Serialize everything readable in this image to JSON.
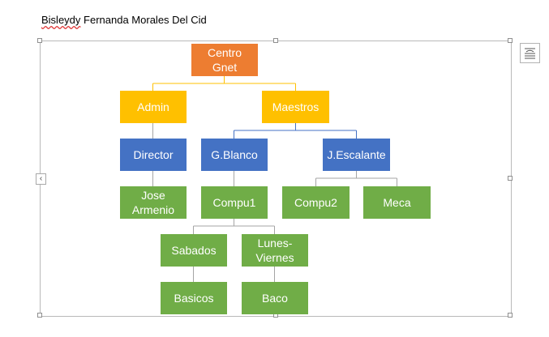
{
  "document": {
    "author_line": "Bisleydy Fernanda Morales Del Cid",
    "author_first_word": "Bisleydy"
  },
  "colors": {
    "level1": "#ed7d31",
    "level2": "#ffc000",
    "level3": "#4472c4",
    "level4": "#70ad47",
    "connector_yellow": "#ffc000",
    "connector_blue": "#4472c4",
    "connector_gray": "#a5a5a5"
  },
  "controls": {
    "text_pane_toggle": "‹",
    "layout_options_icon": "layout-options-icon"
  },
  "org_chart": {
    "root": "Centro\nGnet",
    "admin": "Admin",
    "maestros": "Maestros",
    "director": "Director",
    "gblanco": "G.Blanco",
    "jescalante": "J.Escalante",
    "jose": "Jose\nArmenio",
    "compu1": "Compu1",
    "compu2": "Compu2",
    "meca": "Meca",
    "sabados": "Sabados",
    "lunes": "Lunes-\nViernes",
    "basicos": "Basicos",
    "baco": "Baco"
  }
}
